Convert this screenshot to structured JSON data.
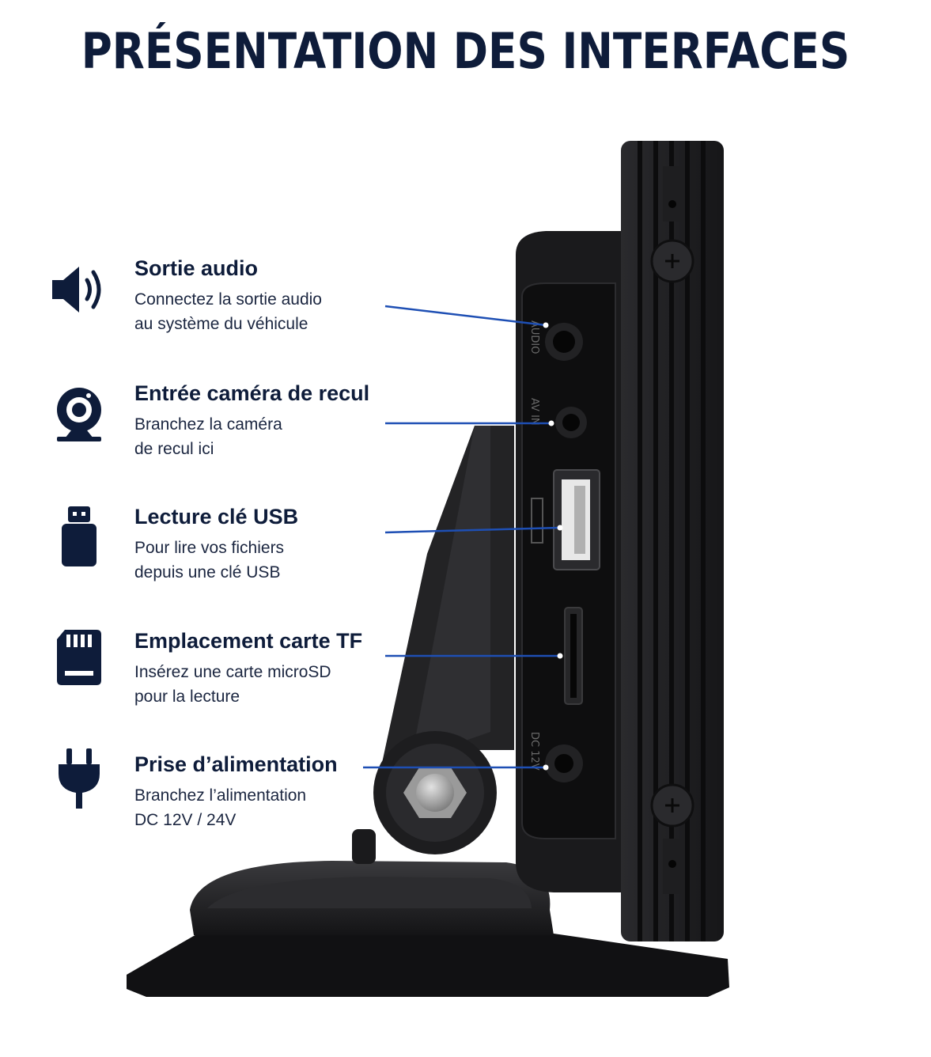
{
  "page_title": "PRÉSENTATION DES INTERFACES",
  "colors": {
    "title": "#0e1c3a",
    "accent_line": "#1e4fb4",
    "device": "#1c1c1e"
  },
  "features": [
    {
      "icon": "speaker-icon",
      "title": "Sortie audio",
      "desc_line1": "Connectez la sortie audio",
      "desc_line2": "au système du véhicule"
    },
    {
      "icon": "webcam-icon",
      "title": "Entrée caméra de recul",
      "desc_line1": "Branchez la caméra",
      "desc_line2": "de recul ici"
    },
    {
      "icon": "usb-stick-icon",
      "title": "Lecture clé USB",
      "desc_line1": "Pour lire vos fichiers",
      "desc_line2": "depuis une clé USB"
    },
    {
      "icon": "sd-card-icon",
      "title": "Emplacement carte TF",
      "desc_line1": "Insérez une carte microSD",
      "desc_line2": "pour la lecture"
    },
    {
      "icon": "power-plug-icon",
      "title": "Prise d’alimentation",
      "desc_line1": "Branchez l’alimentation",
      "desc_line2": "DC 12V / 24V"
    }
  ],
  "device_labels": {
    "audio": "AUDIO",
    "av_in": "AV IN",
    "dc": "DC 12V"
  }
}
